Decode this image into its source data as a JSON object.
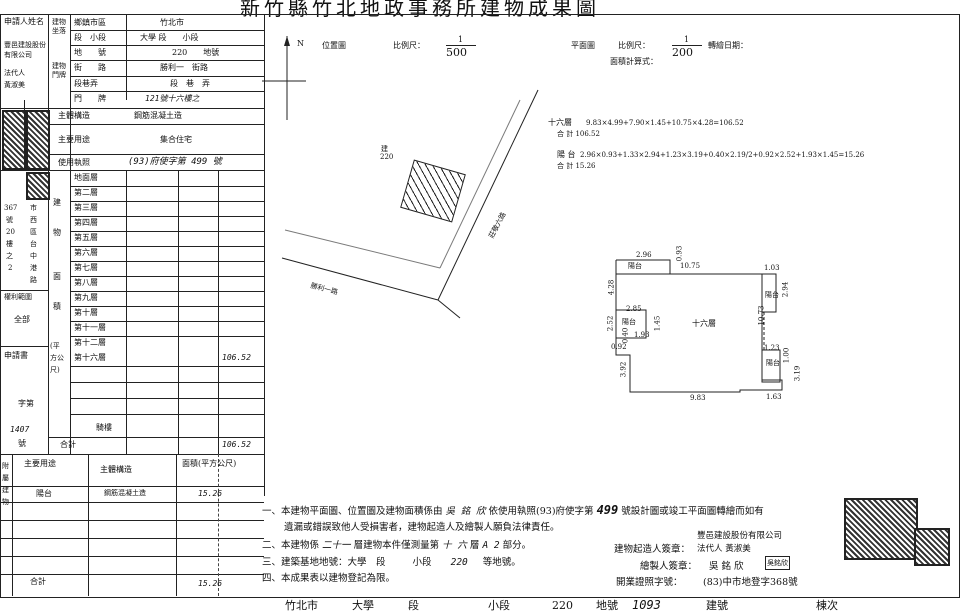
{
  "doc": {
    "title": "新竹縣竹北地政事務所建物成果圖"
  },
  "applicant": {
    "label_name": "申請人姓名",
    "company": "豐邑建設股份有限公司",
    "label_rep": "法代人",
    "rep": "黃淑美"
  },
  "location": {
    "label": "建物坐落",
    "rows": [
      {
        "label": "鄉鎮市區",
        "value": "竹北市"
      },
      {
        "label": "段　小段",
        "value": "大學 段　　小段"
      },
      {
        "label": "地　　號",
        "value": "220　　地號"
      },
      {
        "label": "街　　路",
        "value": "勝利一　街路"
      }
    ],
    "door_label": "建物門牌",
    "door_rows": [
      {
        "label": "段巷弄",
        "value": "段　巷　弄"
      },
      {
        "label": "門　　牌",
        "value": "121號十六樓之"
      }
    ]
  },
  "structure": {
    "label": "主體構造",
    "value": "鋼筋混凝土造"
  },
  "usage": {
    "label": "主要用途",
    "value": "集合住宅"
  },
  "permit": {
    "label": "使用執照",
    "value": "(93)府使字第 499 號"
  },
  "address_block": {
    "lines": [
      "367",
      "號",
      "20",
      "樓",
      "之",
      "2",
      "市",
      "西",
      "區",
      "台",
      "中",
      "港",
      "路"
    ],
    "label_rights": "權利範圍",
    "rights": "全部",
    "label_apply": "申請書",
    "label_no": "字第",
    "apply_no": "1407",
    "label_hao": "號"
  },
  "floor_area": {
    "label_build": "建物",
    "label_area": "面積",
    "label_unit": "(平方公尺)",
    "floors": [
      "地面層",
      "第二層",
      "第三層",
      "第四層",
      "第五層",
      "第六層",
      "第七層",
      "第八層",
      "第九層",
      "第十層",
      "第十一層",
      "第十二層",
      "第十六層"
    ],
    "floor16_value": "106.52",
    "label_arcade": "騎樓",
    "label_total": "合計",
    "total": "106.52"
  },
  "annex": {
    "label": "附屬建物",
    "col_use": "主要用途",
    "col_struct": "主體構造",
    "col_area": "面積(平方公尺)",
    "rows": [
      {
        "use": "陽台",
        "struct": "鋼筋混凝土造",
        "area": "15.26"
      }
    ],
    "label_total": "合計",
    "total": "15.26"
  },
  "site_plan": {
    "label": "位置圖",
    "scale_label": "比例尺：",
    "scale_num": "1",
    "scale_den": "500",
    "north": "N",
    "lot_label": "建",
    "lot_no": "220",
    "road1": "勝利一路",
    "road2": "莊敬六路"
  },
  "floor_plan": {
    "label": "平面圖",
    "scale_label": "比例尺：",
    "scale_num": "1",
    "scale_den": "200",
    "date_label": "轉繪日期：",
    "calc_label": "面積計算式：",
    "calc1_label": "十六層",
    "calc1": "9.83×4.99+7.90×1.45+10.75×4.28=106.52",
    "calc1_total": "合 計 106.52",
    "calc2_label": "陽 台",
    "calc2": "2.96×0.93+1.33×2.94+1.23×3.19+0.40×2.19/2+0.92×2.52+1.93×1.45=15.26",
    "calc2_total": "合 計 15.26",
    "room_label": "十六層",
    "balcony": "陽台",
    "dims": {
      "d296": "2.96",
      "d093": "0.93",
      "d1075": "10.75",
      "d103": "1.03",
      "d294": "2.94",
      "d428": "4.28",
      "d285": "2.85",
      "d252": "2.52",
      "d145": "1.45",
      "d193": "1.93",
      "d092": "0.92",
      "d040": "0.40",
      "d1073": "10.73",
      "d123": "1.23",
      "d100": "1.00",
      "d319": "3.19",
      "d392": "3.92",
      "d983": "9.83",
      "d163": "1.63"
    }
  },
  "notes": {
    "n1a": "一、本建物平面圖、位置圖及建物面積係由",
    "n1_name": "吳 銘 欣",
    "n1b": "依使用執照(93)府使字第",
    "n1_no": "499",
    "n1c": "號設計圖或竣工平面圖轉繪而如有",
    "n1d": "遺漏或錯誤致他人受損害者，建物起造人及繪製人願負法律責任。",
    "n2a": "二、本建物係",
    "n2_floors": "二十一",
    "n2b": "層建物本件僅測量第",
    "n2_floor": "十 六",
    "n2c": "層",
    "n2_unit": "A 2",
    "n2d": "部分。",
    "n3a": "三、建築基地地號：大學　段",
    "n3_sub": "小段",
    "n3_lot": "220",
    "n3b": "等地號。",
    "n4": "四、本成果表以建物登記為限。",
    "owner_label": "建物起造人簽章：",
    "owner": "豐邑建設股份有限公司",
    "owner_rep": "法代人 黃淑美",
    "drawer_label": "繪製人簽章：",
    "drawer": "吳 銘 欣",
    "drawer_seal": "吳銘欣",
    "license_label": "開業證照字號：",
    "license": "(83)中市地登字368號"
  },
  "footer": {
    "city": "竹北市",
    "section": "大學",
    "section_label": "段",
    "sub_label": "小段",
    "lot": "220",
    "lot_label": "地號",
    "lot_no": "1093",
    "build_label": "建號",
    "times_label": "棟次"
  }
}
